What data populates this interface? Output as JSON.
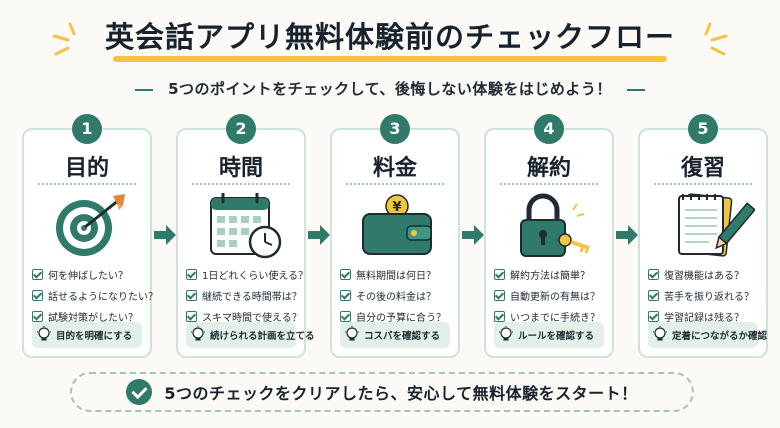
{
  "title": "英会話アプリ無料体験前のチェックフロー",
  "subtitle": "5つのポイントをチェックして、後悔しない体験をはじめよう！",
  "steps": [
    {
      "number": "1",
      "title": "目的",
      "icon": "target-icon",
      "checks": [
        "何を伸ばしたい？",
        "話せるようになりたい？",
        "試験対策がしたい？"
      ],
      "goal": "目的を明確にする"
    },
    {
      "number": "2",
      "title": "時間",
      "icon": "calendar-clock-icon",
      "checks": [
        "1日どれくらい使える？",
        "継続できる時間帯は？",
        "スキマ時間で使える？"
      ],
      "goal": "続けられる計画を立てる"
    },
    {
      "number": "3",
      "title": "料金",
      "icon": "wallet-yen-icon",
      "checks": [
        "無料期間は何日？",
        "その後の料金は？",
        "自分の予算に合う？"
      ],
      "goal": "コスパを確認する"
    },
    {
      "number": "4",
      "title": "解約",
      "icon": "lock-key-icon",
      "checks": [
        "解約方法は簡単？",
        "自動更新の有無は？",
        "いつまでに手続き？"
      ],
      "goal": "ルールを確認する"
    },
    {
      "number": "5",
      "title": "復習",
      "icon": "notebook-pencil-icon",
      "checks": [
        "復習機能はある？",
        "苦手を振り返れる？",
        "学習記録は残る？"
      ],
      "goal": "定着につながるか確認"
    }
  ],
  "footer": "5つのチェックをクリアしたら、安心して無料体験をスタート！",
  "colors": {
    "accent": "#2f7a68",
    "highlight": "#f4c542",
    "card_border": "#cfe3dc",
    "goal_bg": "#e3efe9"
  }
}
